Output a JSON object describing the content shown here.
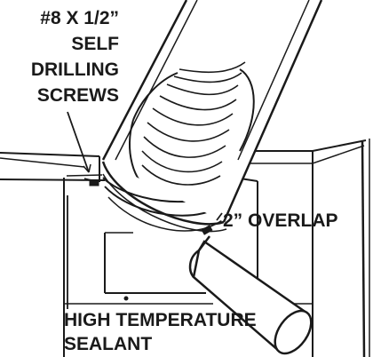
{
  "labels": {
    "screw_spec_line1": "#8 X 1/2”",
    "screw_spec_line2": "SELF",
    "screw_spec_line3": "DRILLING",
    "screw_spec_line4": "SCREWS",
    "overlap": "2” OVERLAP",
    "sealant_line1": "HIGH TEMPERATURE",
    "sealant_line2": "SEALANT"
  }
}
